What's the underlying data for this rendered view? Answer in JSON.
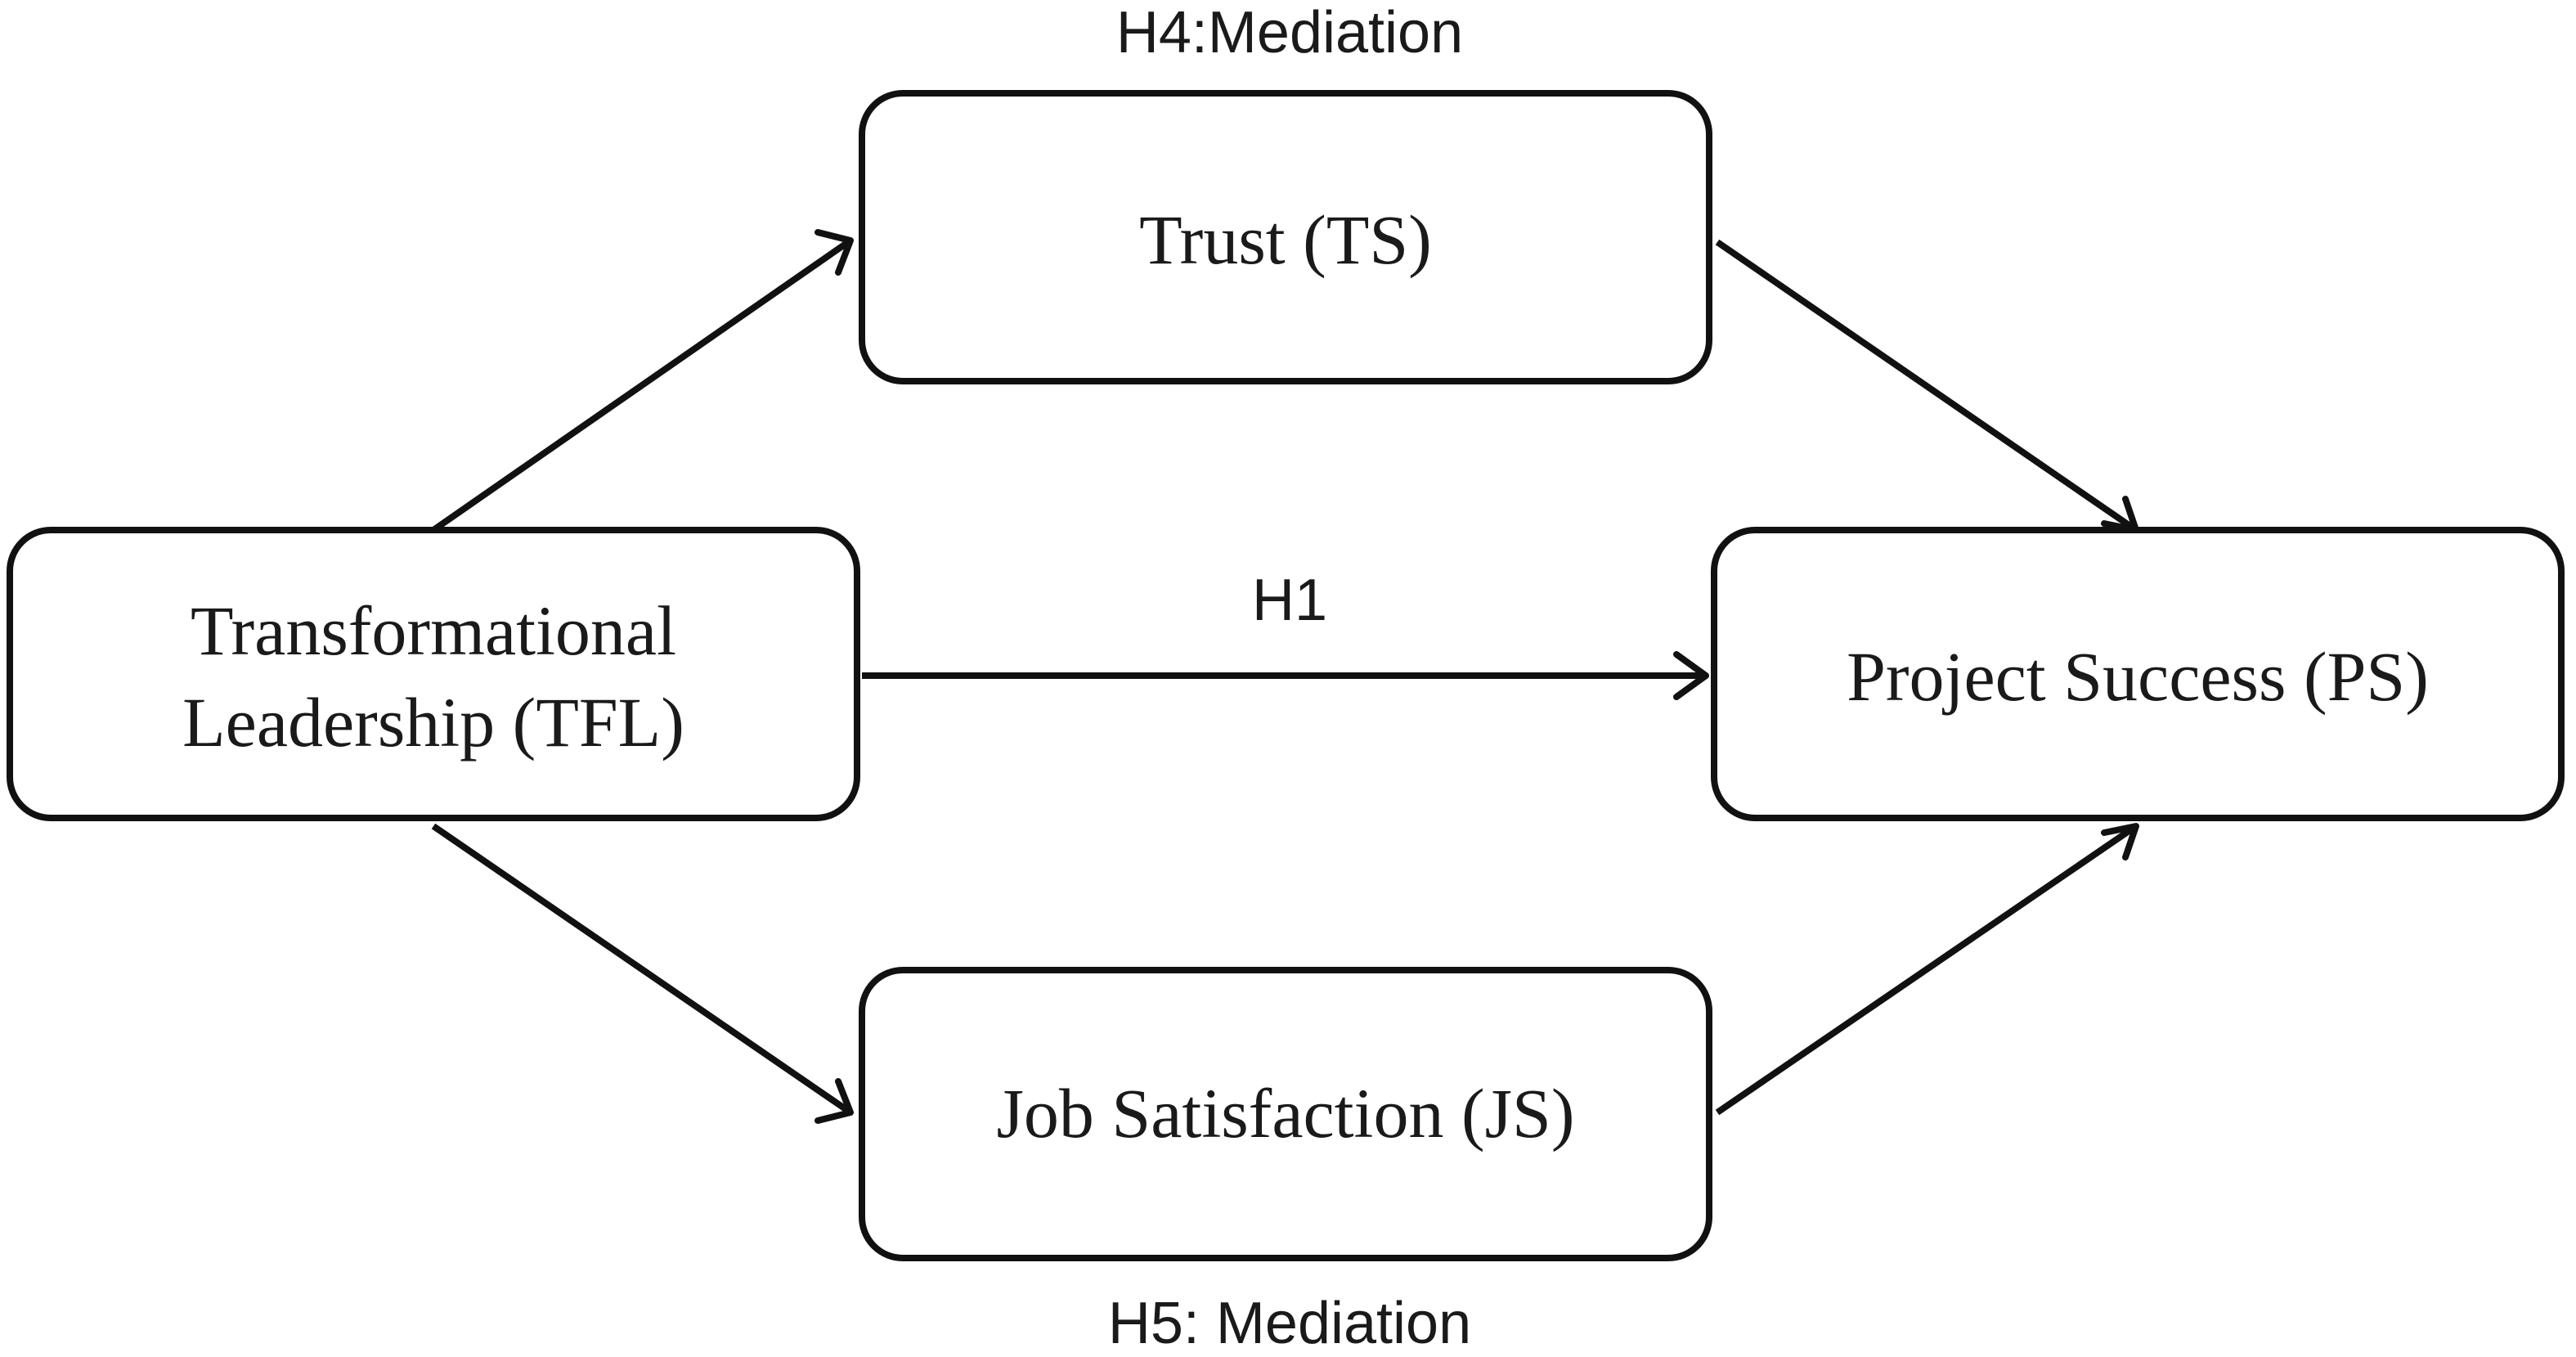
{
  "diagram": {
    "nodes": {
      "trust": {
        "label": "Trust (TS)"
      },
      "tfl": {
        "line1": "Transformational",
        "line2": "Leadership (TFL)"
      },
      "ps": {
        "label": "Project Success (PS)"
      },
      "js": {
        "label": "Job Satisfaction (JS)"
      }
    },
    "hypotheses": {
      "h4": "H4:Mediation",
      "h1": "H1",
      "h5": "H5: Mediation"
    },
    "edges": [
      {
        "from": "tfl",
        "to": "trust"
      },
      {
        "from": "trust",
        "to": "ps"
      },
      {
        "from": "tfl",
        "to": "ps",
        "label": "H1"
      },
      {
        "from": "tfl",
        "to": "js"
      },
      {
        "from": "js",
        "to": "ps"
      }
    ]
  }
}
